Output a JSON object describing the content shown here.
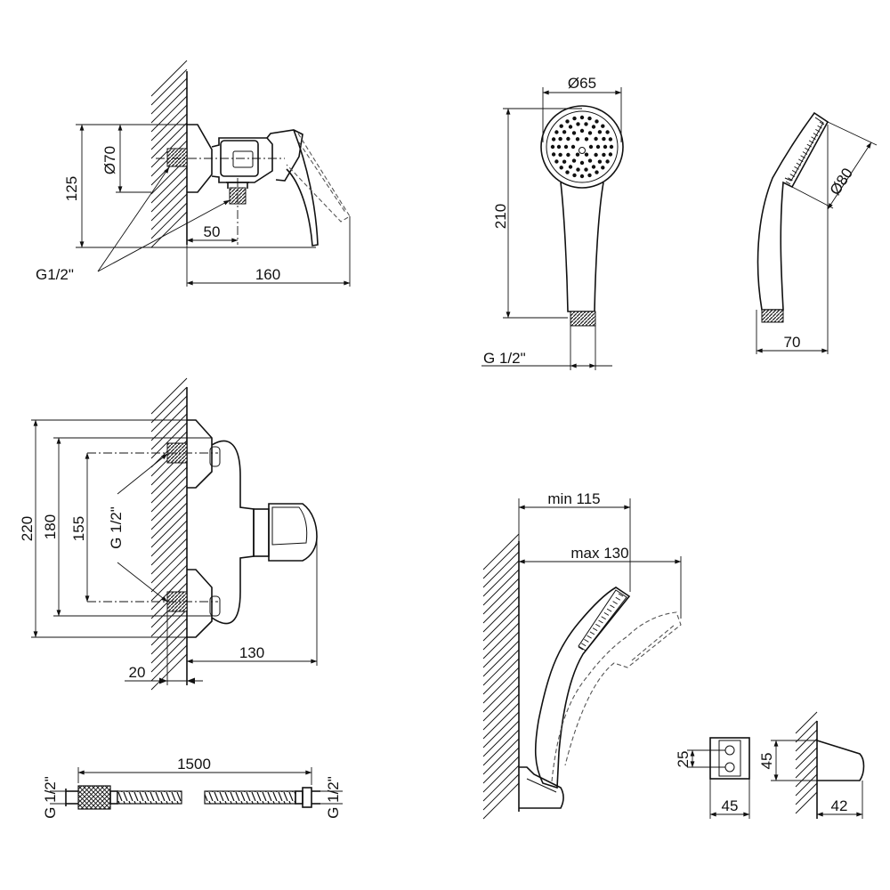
{
  "views": {
    "mixer_top": {
      "dims": {
        "height": "125",
        "diameter": "Ø70",
        "offset": "50",
        "depth": "160"
      },
      "thread_label": "G1/2\""
    },
    "hand_shower_front": {
      "dims": {
        "diameter": "Ø65",
        "length": "210"
      },
      "thread_label": "G 1/2\""
    },
    "hand_shower_side": {
      "dims": {
        "diameter": "Ø80",
        "depth": "70"
      }
    },
    "mixer_side": {
      "dims": {
        "height_total": "220",
        "height_mid": "180",
        "centers": "155",
        "wall": "20",
        "projection": "130"
      },
      "thread_label": "G 1/2\""
    },
    "holder_mounted": {
      "dims": {
        "min": "min 115",
        "max": "max 130"
      }
    },
    "bracket_front": {
      "dims": {
        "height": "25",
        "width": "45"
      }
    },
    "bracket_side": {
      "dims": {
        "height": "45",
        "depth": "42"
      }
    },
    "hose": {
      "dims": {
        "length": "1500"
      },
      "thread_left": "G 1/2\"",
      "thread_right": "G 1/2\""
    }
  }
}
